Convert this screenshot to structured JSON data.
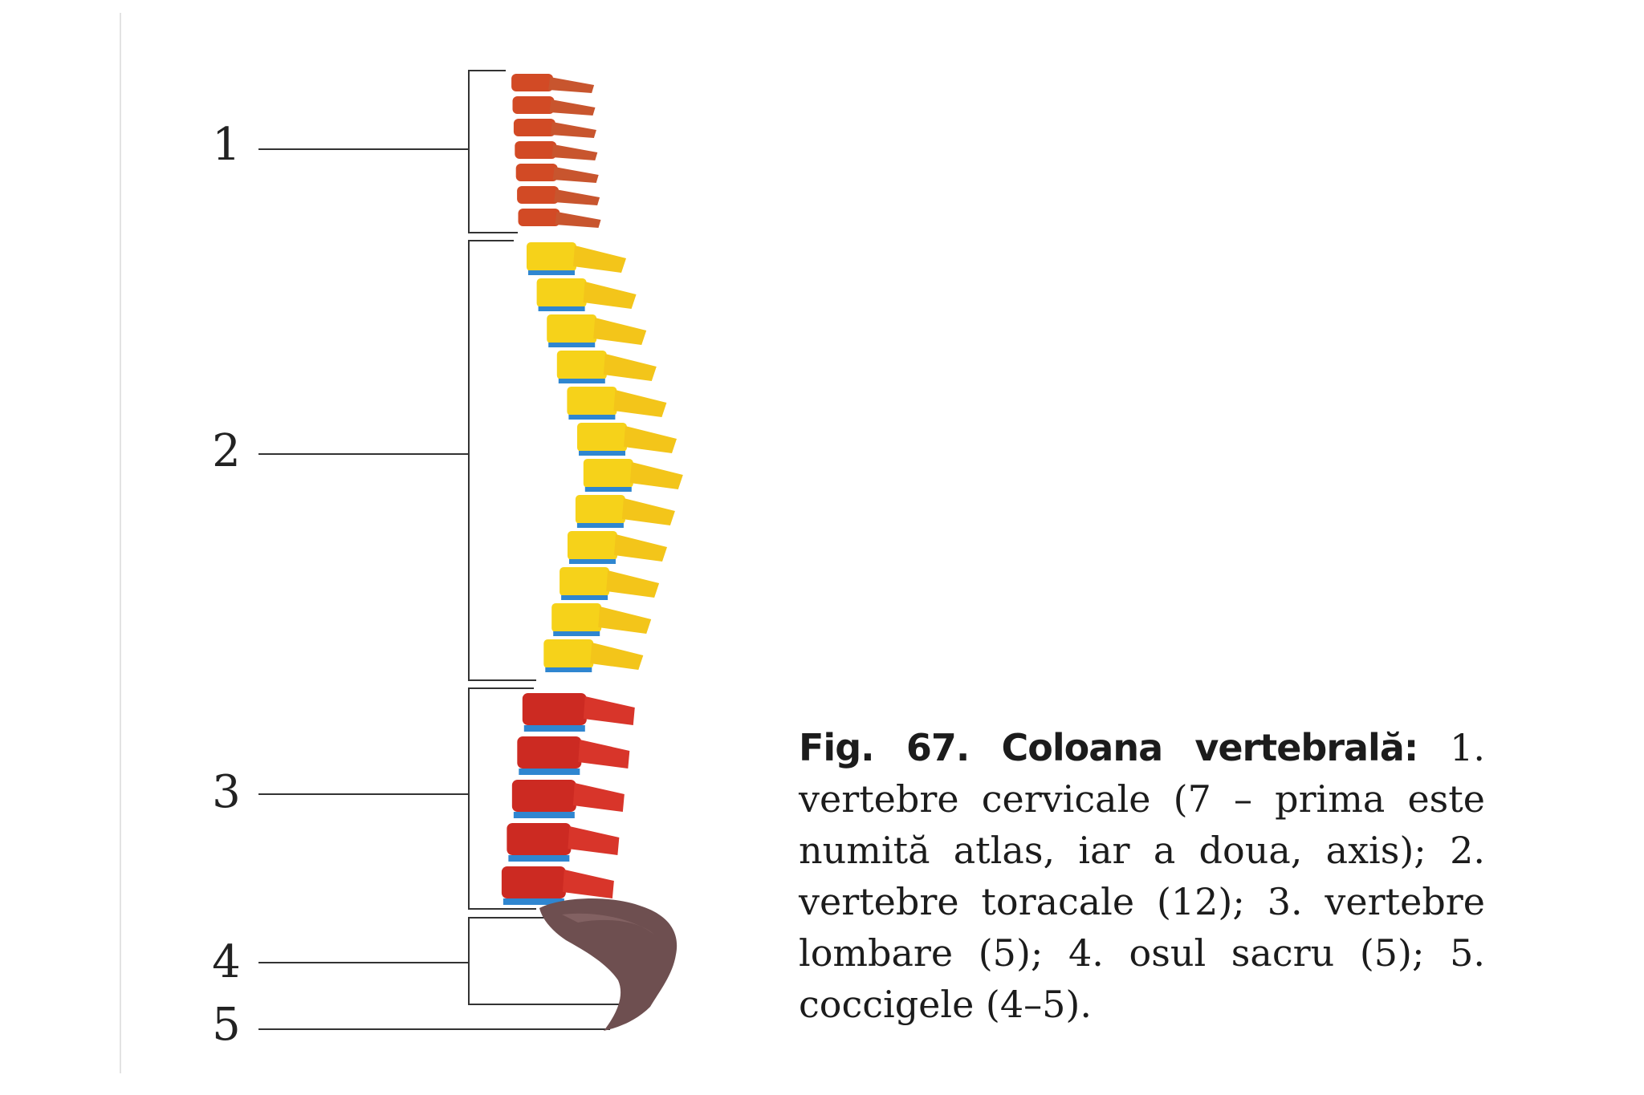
{
  "figure": {
    "labels": [
      "1",
      "2",
      "3",
      "4",
      "5"
    ],
    "caption_title": "Fig. 67. Coloana vertebrală:",
    "caption_body": " 1. vertebre cervicale (7 – prima este numită atlas, iar a doua, axis); 2. vertebre toracale (12); 3. vertebre lombare (5); 4. osul sacru (5); 5. coccigele (4–5)."
  },
  "colors": {
    "cervical": "#d24a25",
    "thoracic": "#f6d21a",
    "lumbar": "#cc2a22",
    "disc": "#2f86d0",
    "sacrum": "#6e4f50",
    "leader": "#333333"
  }
}
